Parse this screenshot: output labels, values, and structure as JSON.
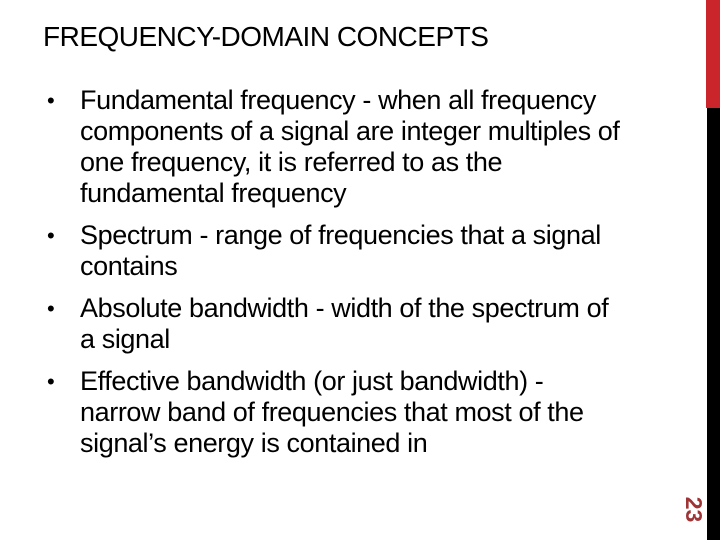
{
  "slide": {
    "title": "FREQUENCY-DOMAIN CONCEPTS",
    "bullet_char": "•",
    "bullets": [
      {
        "text": "Fundamental frequency - when all frequency\ncomponents of a signal are integer multiples of\none frequency, it is referred to as the\nfundamental frequency"
      },
      {
        "text": "Spectrum - range of frequencies that a signal\ncontains"
      },
      {
        "text": "Absolute bandwidth - width of the spectrum of\na signal"
      },
      {
        "text": "Effective bandwidth (or just bandwidth) -\nnarrow band of frequencies that most of the\nsignal’s energy is contained in"
      }
    ],
    "page_number": "23",
    "colors": {
      "accent_red": "#C9252B",
      "sidebar_black": "#000000",
      "page_number_red": "#9E3435",
      "text": "#000000",
      "background": "#FFFFFF"
    }
  }
}
